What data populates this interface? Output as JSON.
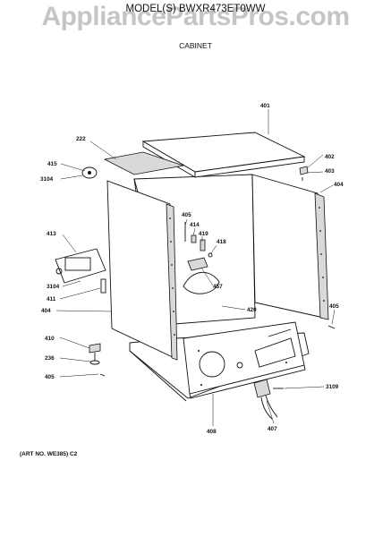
{
  "header": {
    "watermark": "AppliancePartsPros.com",
    "model": "MODEL(S) BWXR473ET0WW",
    "section": "CABINET"
  },
  "footer": {
    "art_no": "(ART NO. WE385) C2"
  },
  "callouts": {
    "c401": "401",
    "c222": "222",
    "c415": "415",
    "c3104_top": "3104",
    "c402": "402",
    "c403": "403",
    "c404_right": "404",
    "c405_mid": "405",
    "c414": "414",
    "c419": "419",
    "c418": "418",
    "c413": "413",
    "c457": "457",
    "c3104_left": "3104",
    "c411": "411",
    "c404_left": "404",
    "c420": "420",
    "c405_right": "405",
    "c410": "410",
    "c236": "236",
    "c405_left": "405",
    "c3109": "3109",
    "c408": "408",
    "c407": "407"
  }
}
